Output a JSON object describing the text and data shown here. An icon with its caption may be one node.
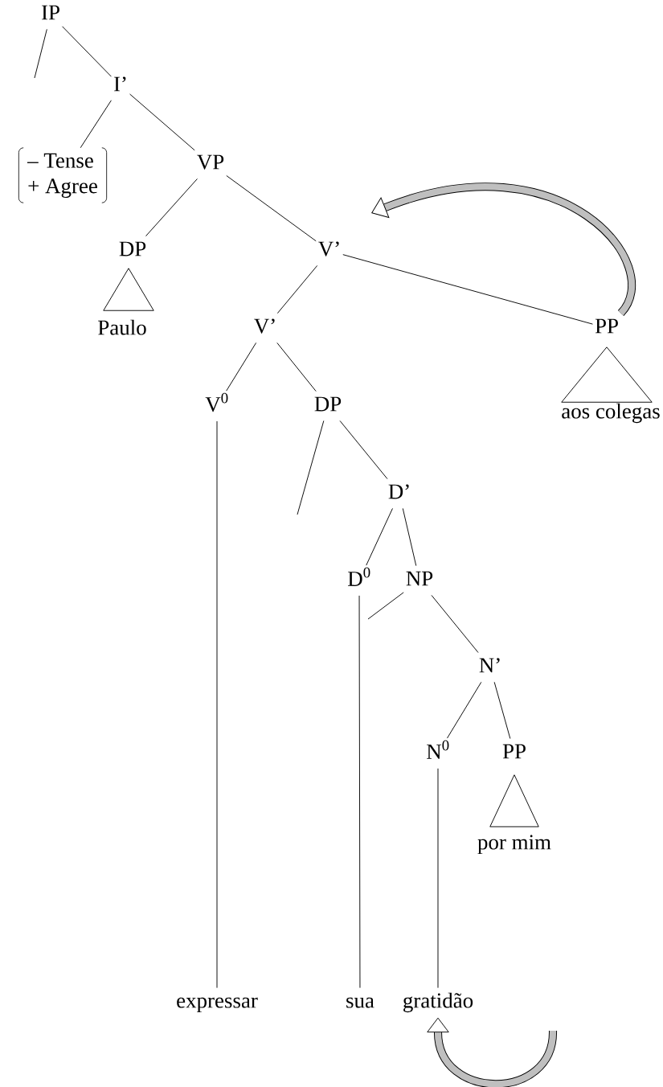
{
  "diagram": {
    "nodes": [
      {
        "text": [
          "IP"
        ]
      },
      {
        "text": [
          "I’"
        ]
      },
      {
        "text": [
          "– Tense",
          "+ Agree"
        ]
      },
      {
        "text": [
          "VP"
        ]
      },
      {
        "text": [
          "DP"
        ]
      },
      {
        "text": [],
        "shape": "triangle"
      },
      {
        "text": [
          "Paulo"
        ]
      },
      {
        "text": [
          "V’"
        ]
      },
      {
        "text": [
          "V’"
        ]
      },
      {
        "text": [
          "PP"
        ]
      },
      {
        "text": [],
        "shape": "triangle"
      },
      {
        "text": [
          "aos colegas"
        ]
      },
      {
        "text": [
          "V$^{0}$"
        ]
      },
      {
        "text": [
          "DP"
        ]
      },
      {
        "text": [
          "D’"
        ]
      },
      {
        "text": [
          "D$^{0}$"
        ]
      },
      {
        "text": [
          "NP"
        ]
      },
      {
        "text": [
          "N’"
        ]
      },
      {
        "text": [
          "N$^{0}$"
        ]
      },
      {
        "text": [
          "PP"
        ]
      },
      {
        "text": [],
        "shape": "triangle"
      },
      {
        "text": [
          "por mim"
        ]
      },
      {
        "text": [
          "expressar"
        ]
      },
      {
        "text": [
          "sua"
        ]
      },
      {
        "text": [
          "gratidão"
        ]
      }
    ],
    "edges": [
      {
        "from": 0,
        "to": null,
        "arrow": "none"
      },
      {
        "from": 0,
        "to": 1,
        "arrow": "none"
      },
      {
        "from": 1,
        "to": 2,
        "arrow": "none"
      },
      {
        "from": 1,
        "to": 3,
        "arrow": "none"
      },
      {
        "from": 3,
        "to": 4,
        "arrow": "none"
      },
      {
        "from": 3,
        "to": 7,
        "arrow": "none"
      },
      {
        "from": 7,
        "to": 8,
        "arrow": "none"
      },
      {
        "from": 7,
        "to": 9,
        "arrow": "none"
      },
      {
        "from": 8,
        "to": 12,
        "arrow": "none"
      },
      {
        "from": 8,
        "to": 13,
        "arrow": "none"
      },
      {
        "from": 12,
        "to": 22,
        "arrow": "none"
      },
      {
        "from": 13,
        "to": null,
        "arrow": "none"
      },
      {
        "from": 13,
        "to": 14,
        "arrow": "none"
      },
      {
        "from": 14,
        "to": 15,
        "arrow": "none"
      },
      {
        "from": 14,
        "to": 16,
        "arrow": "none"
      },
      {
        "from": 15,
        "to": 23,
        "arrow": "none"
      },
      {
        "from": 16,
        "to": null,
        "arrow": "none"
      },
      {
        "from": 16,
        "to": 17,
        "arrow": "none"
      },
      {
        "from": 17,
        "to": 18,
        "arrow": "none"
      },
      {
        "from": 17,
        "to": 19,
        "arrow": "none"
      },
      {
        "from": 18,
        "to": 24,
        "arrow": "none"
      },
      {
        "from": 9,
        "to": null,
        "arrow": "to",
        "style": "thick"
      },
      {
        "from": null,
        "to": 24,
        "arrow": "to",
        "style": "thick"
      }
    ]
  }
}
